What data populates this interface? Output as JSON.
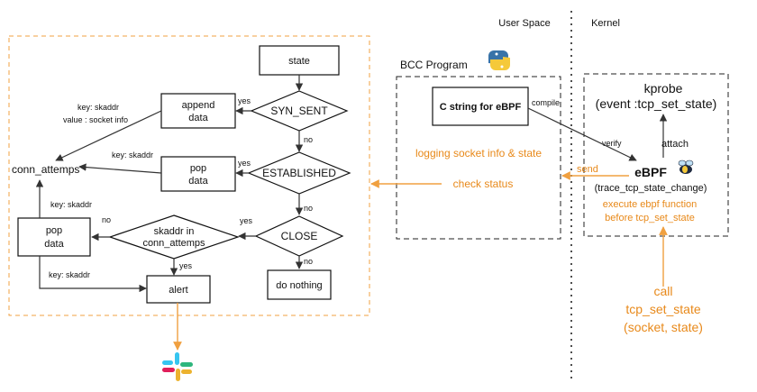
{
  "header": {
    "user_space": "User Space",
    "kernel": "Kernel"
  },
  "bcc": {
    "title": "BCC Program",
    "c_string": "C string for eBPF",
    "compile": "compile",
    "verify": "verify",
    "logging": "logging socket info & state",
    "send": "send",
    "check_status": "check status"
  },
  "kernel": {
    "kprobe_line1": "kprobe",
    "kprobe_line2": "(event :tcp_set_state)",
    "attach": "attach",
    "ebpf": "eBPF",
    "ebpf_sub": "(trace_tcp_state_change)",
    "execute_line1": "execute ebpf function",
    "execute_line2": "before tcp_set_state",
    "call_line1": "call",
    "call_line2": "tcp_set_state",
    "call_line3": "(socket, state)"
  },
  "flow": {
    "state": "state",
    "syn_sent": "SYN_SENT",
    "established": "ESTABLISHED",
    "close": "CLOSE",
    "in_conn_line1": "skaddr in",
    "in_conn_line2": "conn_attemps",
    "append_line1": "append",
    "append_line2": "data",
    "pop1_line1": "pop",
    "pop1_line2": "data",
    "pop2_line1": "pop",
    "pop2_line2": "data",
    "alert": "alert",
    "do_nothing": "do nothing",
    "conn_attemps": "conn_attemps",
    "yes": "yes",
    "no": "no",
    "key_skaddr": "key: skaddr",
    "value_socket_info": "value : socket info"
  },
  "colors": {
    "accent_orange": "#e8891a",
    "dashed_orange": "#f0a040",
    "line": "#333333"
  },
  "icons": {
    "python": "python-logo-icon",
    "bee": "ebpf-bee-icon",
    "slack": "slack-logo-icon"
  }
}
